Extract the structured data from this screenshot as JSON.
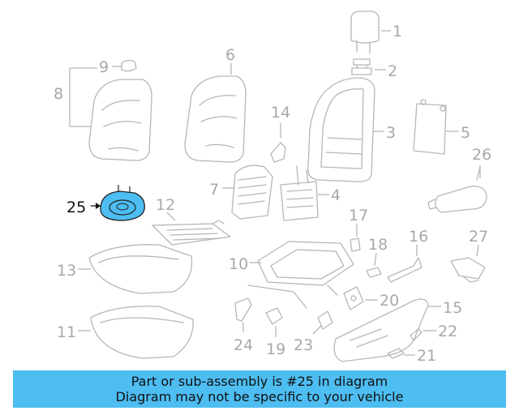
{
  "callouts": {
    "c1": "1",
    "c2": "2",
    "c3": "3",
    "c4": "4",
    "c5": "5",
    "c6": "6",
    "c7": "7",
    "c8": "8",
    "c9": "9",
    "c10": "10",
    "c11": "11",
    "c12": "12",
    "c13": "13",
    "c14": "14",
    "c15": "15",
    "c16": "16",
    "c17": "17",
    "c18": "18",
    "c19": "19",
    "c20": "20",
    "c21": "21",
    "c22": "22",
    "c23": "23",
    "c24": "24",
    "c25": "25",
    "c26": "26",
    "c27": "27"
  },
  "highlighted_part": "25",
  "colors": {
    "highlight_part": "#4dbdf2",
    "banner": "#4dbdf2",
    "muted_line": "#b7b7b7"
  },
  "banner": {
    "line1": "Part or sub-assembly is #25 in diagram",
    "line2": "Diagram may not be specific to your vehicle"
  }
}
